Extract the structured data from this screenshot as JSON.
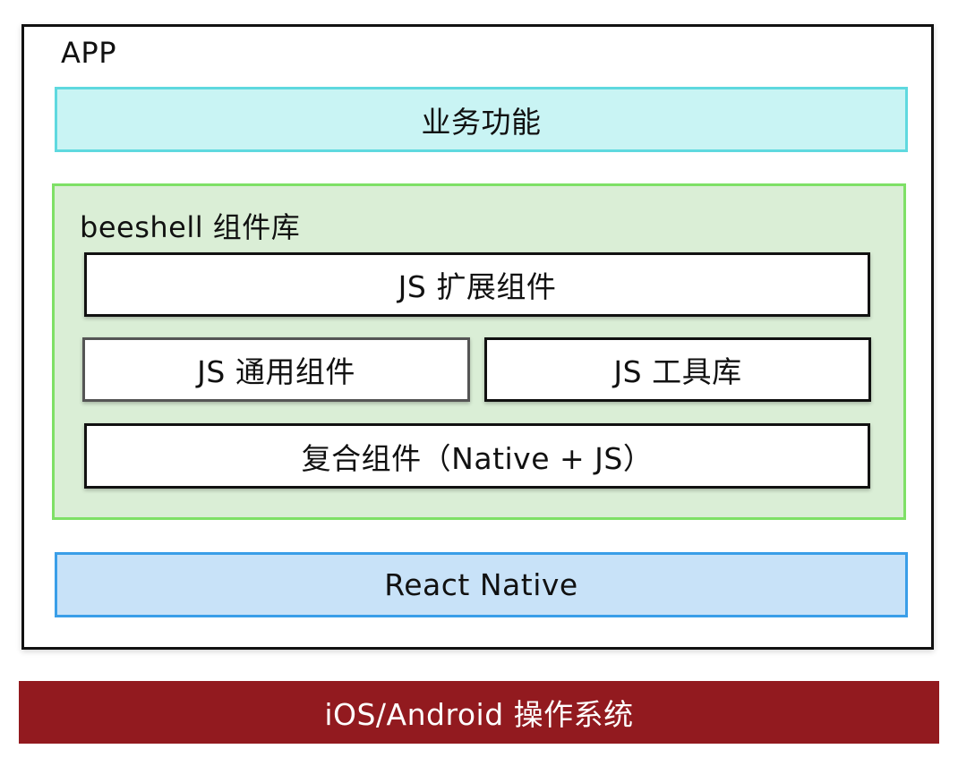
{
  "app": {
    "label": "APP"
  },
  "business": {
    "label": "业务功能"
  },
  "beeshell": {
    "label": "beeshell 组件库",
    "js_extension": "JS 扩展组件",
    "js_common": "JS 通用组件",
    "js_tools": "JS 工具库",
    "composite": "复合组件（Native + JS）"
  },
  "react_native": {
    "label": "React Native"
  },
  "os": {
    "label": "iOS/Android 操作系统"
  },
  "colors": {
    "business_fill": "#c9f4f4",
    "business_border": "#5fd9df",
    "beeshell_fill": "#daeed6",
    "beeshell_border": "#7ee066",
    "react_native_fill": "#c8e2f8",
    "react_native_border": "#3a9ee8",
    "os_fill": "#921a1f"
  }
}
